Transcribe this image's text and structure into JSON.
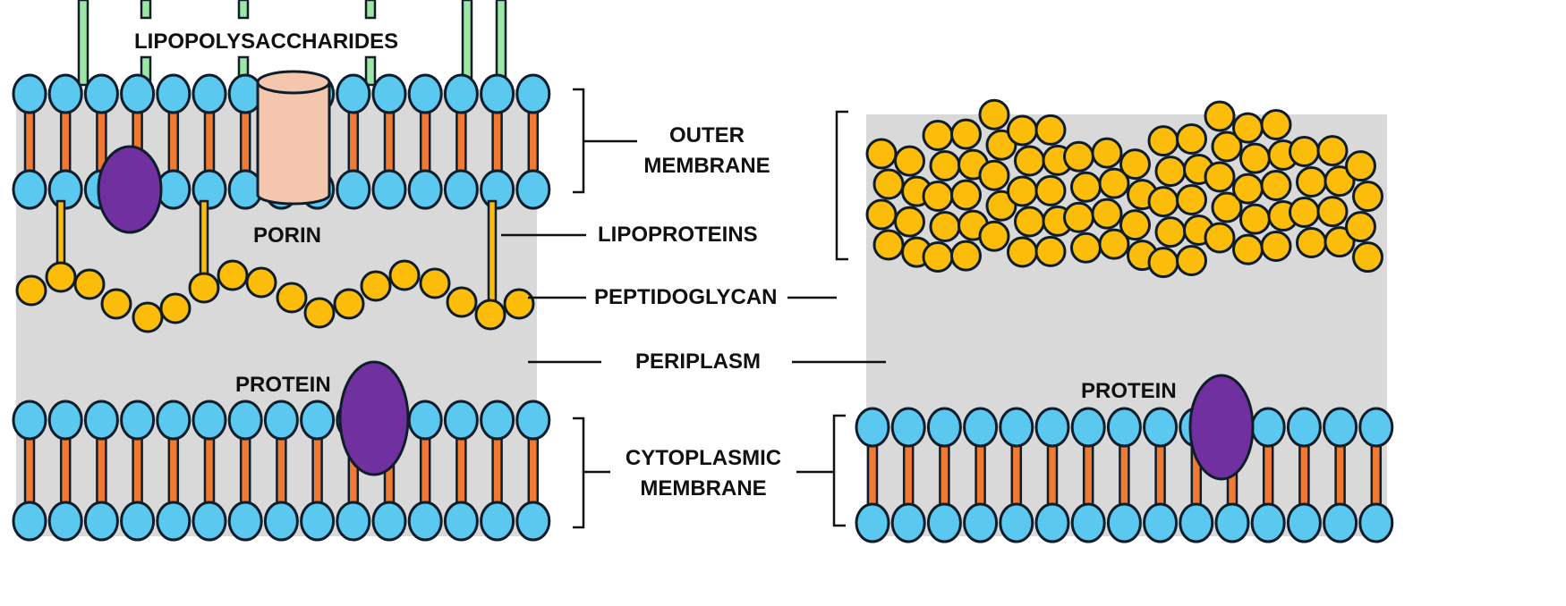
{
  "labels": {
    "lipopolysaccharides": "LIPOPOLYSACCHARIDES",
    "outer_membrane_1": "OUTER",
    "outer_membrane_2": "MEMBRANE",
    "porin": "PORIN",
    "lipoproteins": "LIPOPROTEINS",
    "peptidoglycan": "PEPTIDOGLYCAN",
    "periplasm": "PERIPLASM",
    "protein_left": "PROTEIN",
    "protein_right": "PROTEIN",
    "cytoplasmic_membrane_1": "CYTOPLASMIC",
    "cytoplasmic_membrane_2": "MEMBRANE"
  },
  "colors": {
    "lipid_head": "#5bc8f0",
    "lipid_tail": "#f07a32",
    "protein": "#7030a0",
    "porin": "#f4c6ae",
    "peptidoglycan": "#fbbd0a",
    "lipopolysaccharide": "#9ee6a6",
    "periplasm": "#d9d9d9",
    "outline": "#0f1d2b"
  }
}
